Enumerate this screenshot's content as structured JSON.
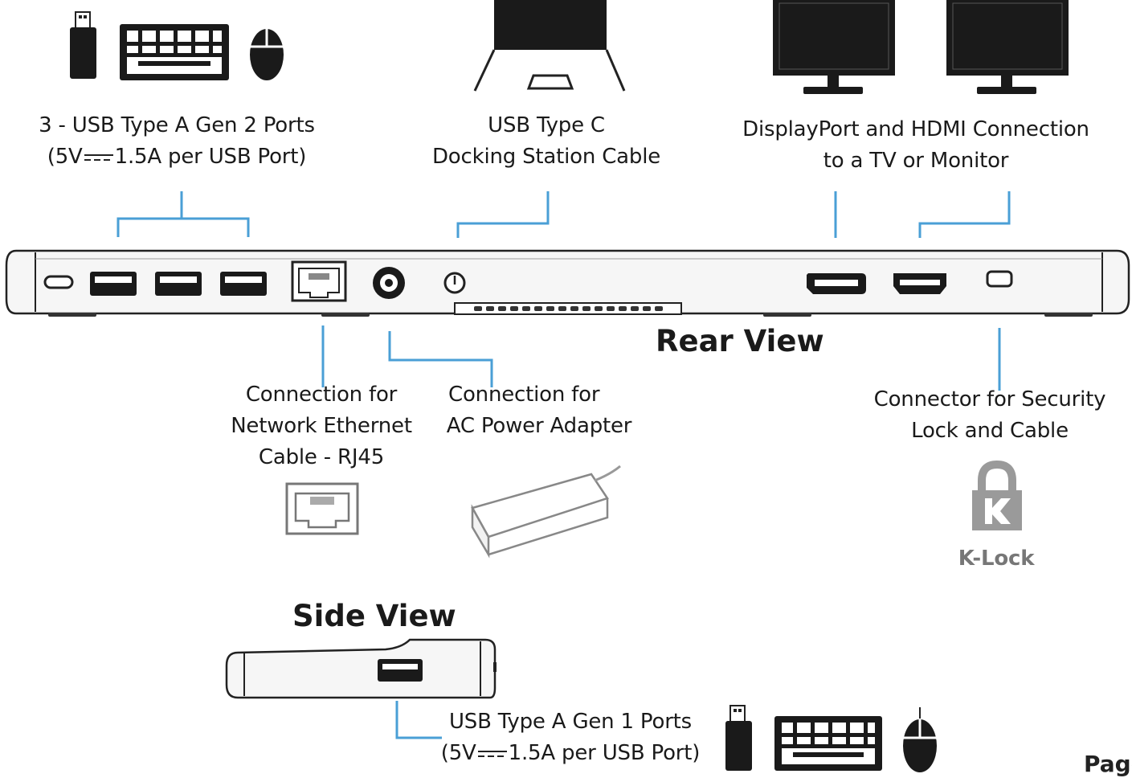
{
  "colors": {
    "connector_line": "#4a9fd6",
    "device": "#222222",
    "device_fill": "#f3f3f3",
    "klock_gray": "#9a9a9a"
  },
  "labels": {
    "usb_a_gen2_line1": "3 - USB Type A Gen 2 Ports",
    "usb_a_gen2_line2_pre": "(5V",
    "usb_a_gen2_line2_post": "1.5A per USB Port)",
    "usb_c_line1": "USB Type C",
    "usb_c_line2": "Docking Station Cable",
    "display_line1": "DisplayPort and HDMI Connection",
    "display_line2": "to a TV or Monitor",
    "ethernet_line1": "Connection for",
    "ethernet_line2": "Network Ethernet",
    "ethernet_line3": "Cable - RJ45",
    "power_line1": "Connection for",
    "power_line2": "AC Power Adapter",
    "lock_line1": "Connector for Security",
    "lock_line2": "Lock and Cable",
    "klock_logo": "K-Lock",
    "usb_a_gen1_line1": "USB Type A Gen 1 Ports",
    "usb_a_gen1_line2_pre": "(5V",
    "usb_a_gen1_line2_post": "1.5A per USB Port)"
  },
  "titles": {
    "rear_view": "Rear View",
    "side_view": "Side View"
  },
  "footer": {
    "page_fragment": "Page"
  },
  "icons": [
    "usb-stick-icon",
    "keyboard-icon",
    "mouse-icon",
    "laptop-icon",
    "monitor-icon",
    "ethernet-port-icon",
    "power-adapter-icon",
    "k-lock-icon",
    "dc-symbol-icon"
  ]
}
